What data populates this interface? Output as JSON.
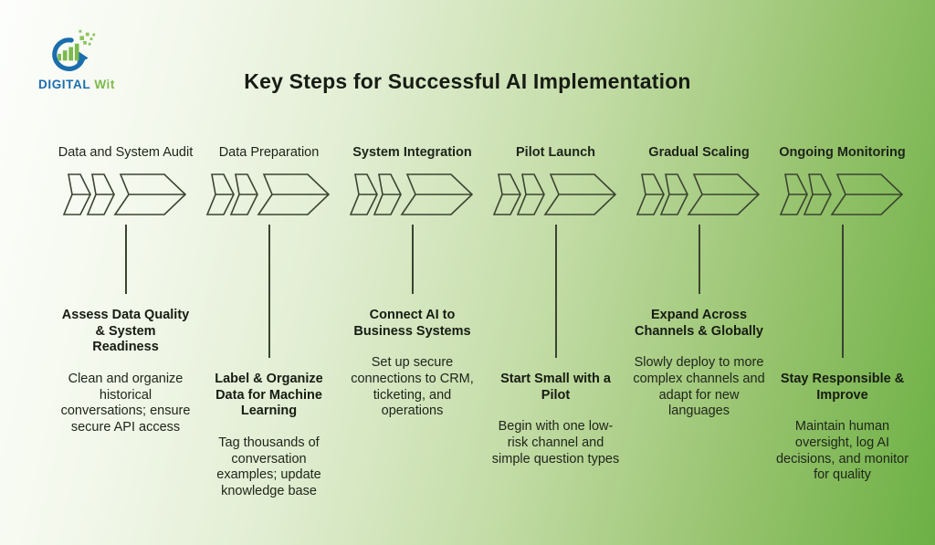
{
  "logo": {
    "brand_primary": "DIGITAL",
    "brand_secondary": "Wit"
  },
  "title": "Key Steps for Successful AI Implementation",
  "steps": [
    {
      "label": "Data and System Audit",
      "label_bold": false,
      "heading": "Assess Data Quality & System Readiness",
      "body": "Clean and organize historical conversations; ensure secure API access"
    },
    {
      "label": "Data Preparation",
      "label_bold": false,
      "heading": "Label & Organize Data for Machine Learning",
      "body": "Tag thousands of conversation examples; update knowledge base"
    },
    {
      "label": "System Integration",
      "label_bold": true,
      "heading": "Connect AI to Business Systems",
      "body": "Set up secure connections to CRM, ticketing, and operations"
    },
    {
      "label": "Pilot Launch",
      "label_bold": true,
      "heading": "Start Small with a Pilot",
      "body": "Begin with one low-risk channel and simple question types"
    },
    {
      "label": "Gradual Scaling",
      "label_bold": true,
      "heading": "Expand Across Channels & Globally",
      "body": "Slowly deploy to more complex channels and adapt for new languages"
    },
    {
      "label": "Ongoing Monitoring",
      "label_bold": true,
      "heading": "Stay Responsible & Improve",
      "body": "Maintain human oversight, log AI decisions, and monitor for quality"
    }
  ],
  "colors": {
    "background_green": "#6cb044",
    "outline": "#3a4430",
    "logo_blue": "#1b6dad",
    "logo_green": "#7cb94c",
    "text": "#1e231b"
  }
}
